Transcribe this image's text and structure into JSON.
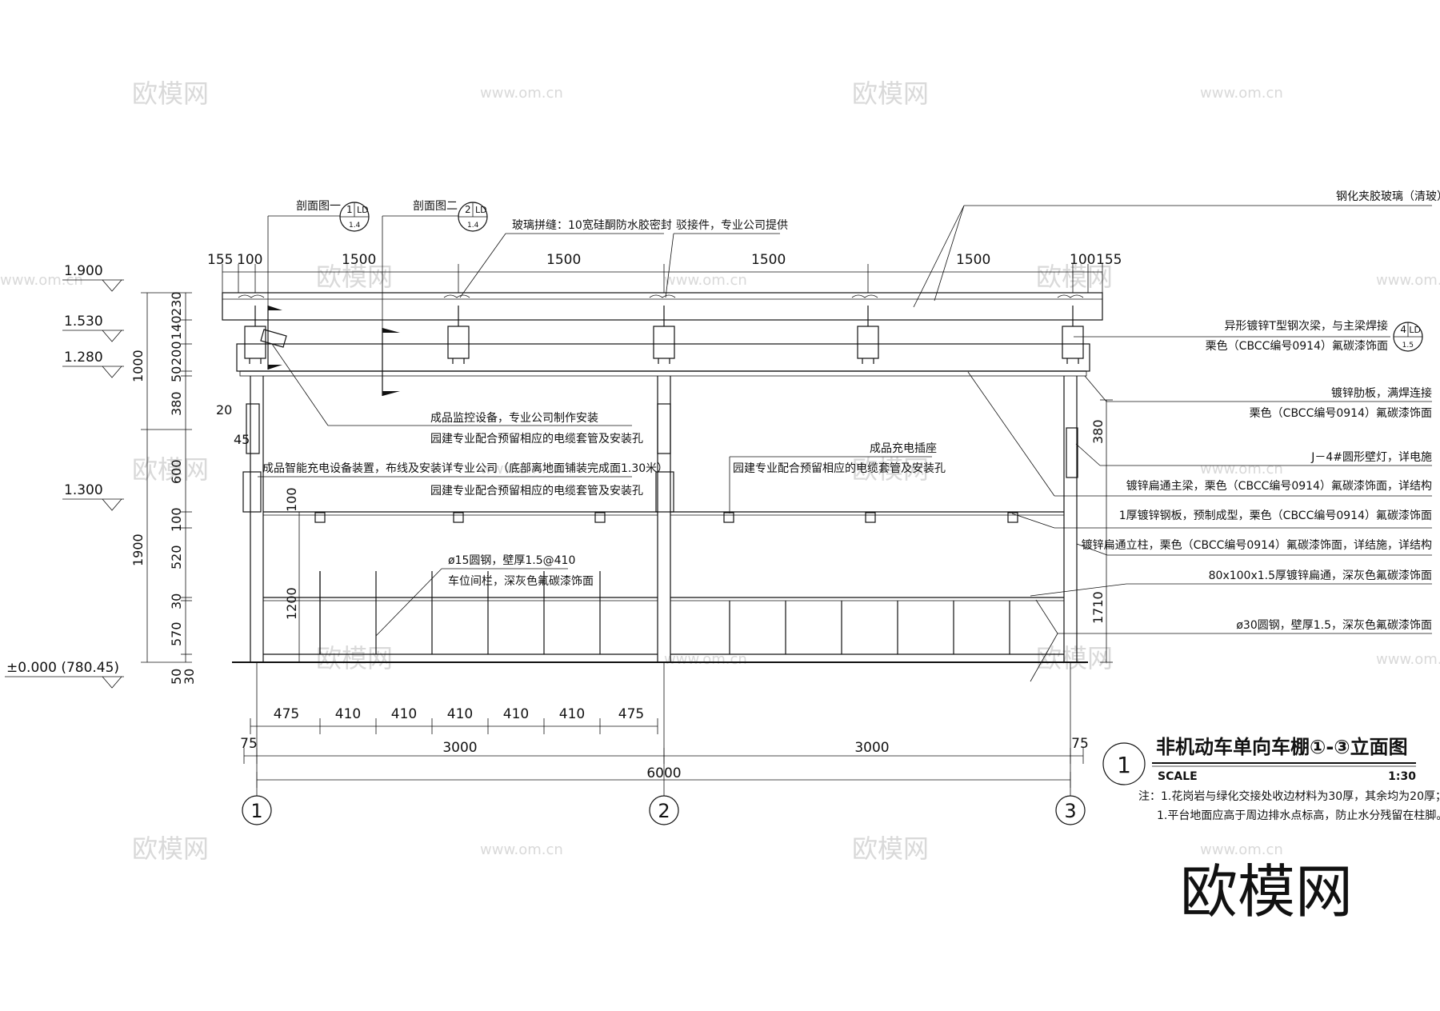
{
  "watermarks": {
    "brand": "欧模网",
    "url": "www.om.cn",
    "big_logo": "欧模网"
  },
  "title_block": {
    "number": "1",
    "title": "非机动车单向车棚①-③立面图",
    "scale_label": "SCALE",
    "scale_value": "1:30",
    "note_1": "注：1.花岗岩与绿化交接处收边材料为30厚，其余均为20厚；",
    "note_2": "1.平台地面应高于周边排水点标高，防止水分残留在柱脚。"
  },
  "section_refs": [
    {
      "label": "剖面图一",
      "num": "1",
      "code": "LD",
      "sheet": "1.4"
    },
    {
      "label": "剖面图二",
      "num": "2",
      "code": "LD",
      "sheet": "1.4"
    }
  ],
  "detail_ref": {
    "num": "4",
    "code": "LD",
    "sheet": "1.5"
  },
  "elevations": [
    {
      "value": "1.900"
    },
    {
      "value": "1.530"
    },
    {
      "value": "1.280"
    },
    {
      "value": "1.300"
    },
    {
      "value": "±0.000  (780.45)"
    }
  ],
  "top_dims": [
    "155",
    "100",
    "1500",
    "1500",
    "1500",
    "1500",
    "100",
    "155"
  ],
  "left_dims_outer": [
    "1000",
    "1900"
  ],
  "left_dims_inner": [
    "230",
    "140",
    "200",
    "50",
    "380",
    "600",
    "100",
    "520",
    "30",
    "570",
    "50",
    "30"
  ],
  "left_small_dims": [
    "20",
    "45",
    "100",
    "1200"
  ],
  "right_dims": [
    "380",
    "1710"
  ],
  "bottom_dims_rail": [
    "475",
    "410",
    "410",
    "410",
    "410",
    "410",
    "475"
  ],
  "bottom_dims_bays": [
    "75",
    "3000",
    "3000",
    "75"
  ],
  "bottom_dim_total": "6000",
  "grid_axes": [
    "1",
    "2",
    "3"
  ],
  "callouts_top": {
    "glass_seal": "玻璃拼缝：10宽硅酮防水胶密封",
    "connector": "驳接件，专业公司提供",
    "laminated_glass": "钢化夹胶玻璃（清玻）"
  },
  "callouts_center": {
    "camera_1": "成品监控设备，专业公司制作安装",
    "camera_2": "园建专业配合预留相应的电缆套管及安装孔",
    "charger_1": "成品智能充电设备装置，布线及安装详专业公司（底部离地面铺装完成面1.30米）",
    "charger_2": "园建专业配合预留相应的电缆套管及安装孔",
    "socket_1": "成品充电插座",
    "socket_2": "园建专业配合预留相应的电缆套管及安装孔",
    "rail_1": "ø15圆钢，壁厚1.5@410",
    "rail_2": "车位间栏，深灰色氟碳漆饰面"
  },
  "callouts_right": [
    "异形镀锌T型钢次梁，与主梁焊接",
    "栗色（CBCC编号0914）氟碳漆饰面",
    "镀锌肋板，满焊连接",
    "栗色（CBCC编号0914）氟碳漆饰面",
    "J－4#圆形壁灯，详电施",
    "镀锌扁通主梁，栗色（CBCC编号0914）氟碳漆饰面，详结构",
    "1厚镀锌钢板，预制成型，栗色（CBCC编号0914）氟碳漆饰面",
    "镀锌扁通立柱，栗色（CBCC编号0914）氟碳漆饰面，详结施，详结构",
    "80x100x1.5厚镀锌扁通，深灰色氟碳漆饰面",
    "ø30圆钢，壁厚1.5，深灰色氟碳漆饰面"
  ]
}
